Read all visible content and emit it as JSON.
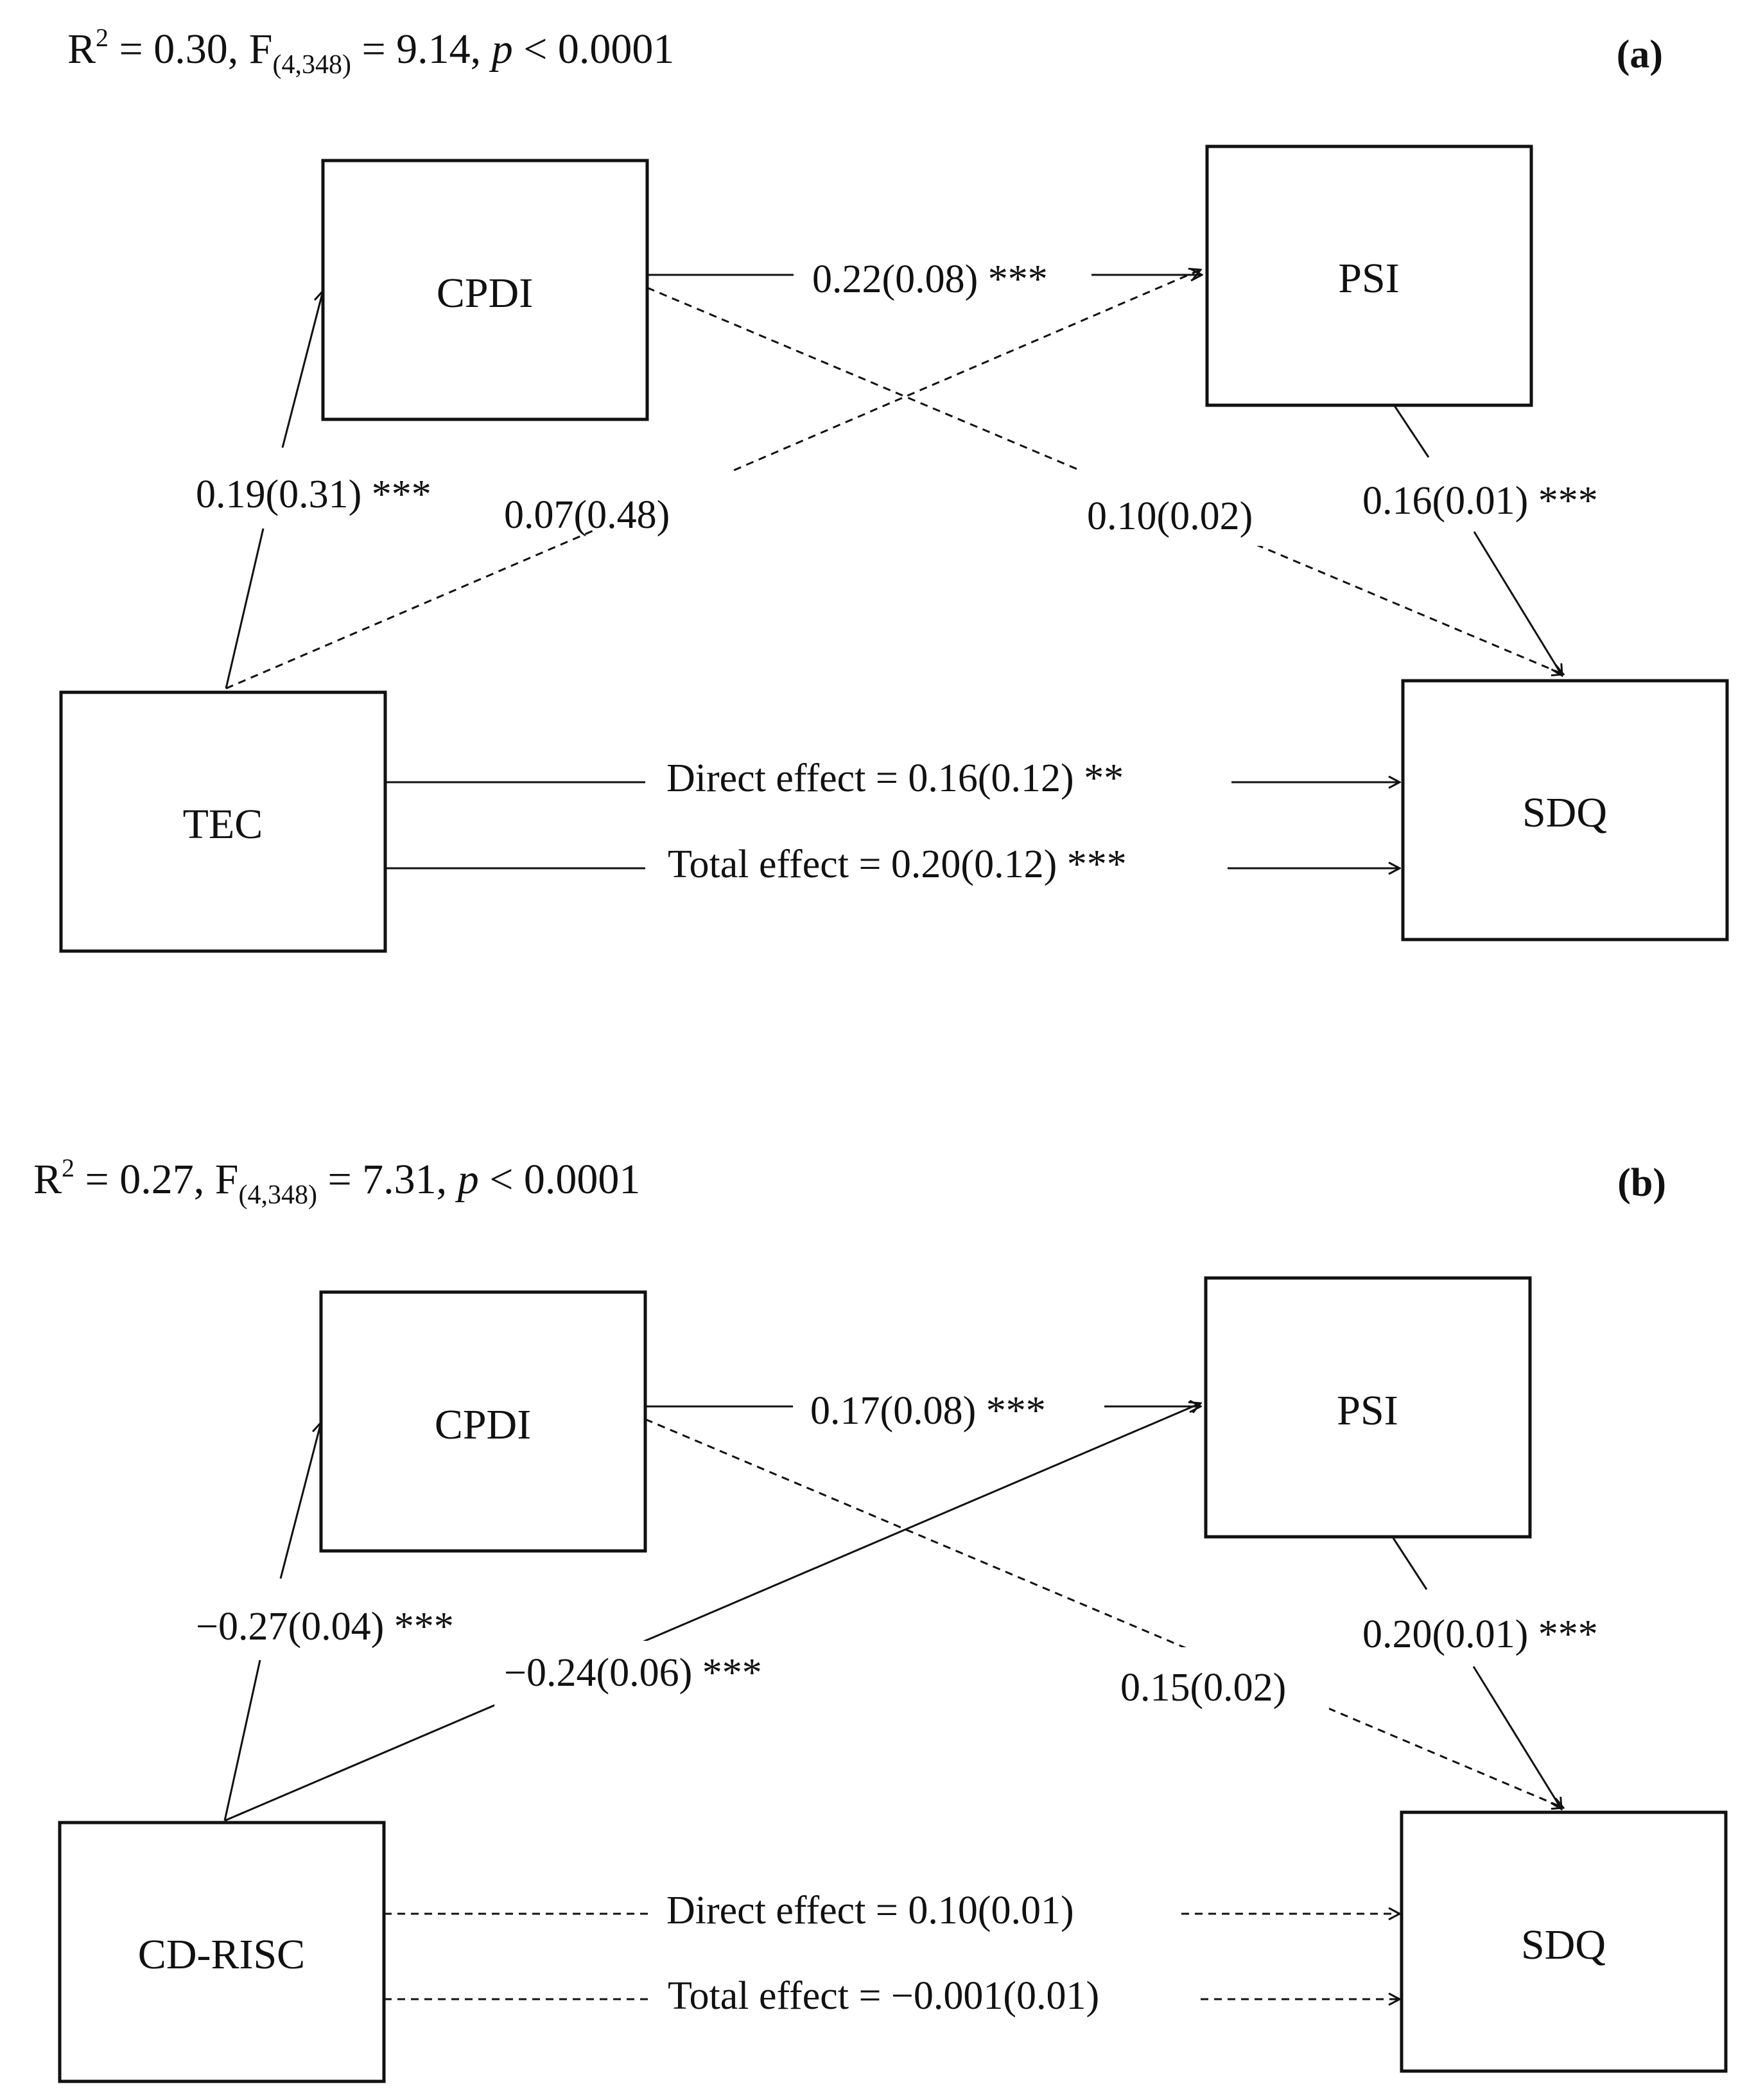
{
  "panels": [
    {
      "id": "a",
      "panel_label": "(a)",
      "header": {
        "r2_text": "R",
        "r2_sup": "2",
        "r2_rest": " = 0.30, F",
        "f_sub": "(4,348)",
        "f_rest": " = 9.14, ",
        "p_italic": "p",
        "p_rest": " < 0.0001"
      },
      "nodes": {
        "predictor": "TEC",
        "mediator1": "CPDI",
        "mediator2": "PSI",
        "outcome": "SDQ"
      },
      "paths": {
        "pred_to_m1": "0.19(0.31) ***",
        "pred_to_m2": "0.07(0.48)",
        "m1_to_m2": "0.22(0.08) ***",
        "m1_to_out": "0.10(0.02)",
        "m2_to_out": "0.16(0.01) ***",
        "direct": "Direct effect = 0.16(0.12) **",
        "total": "Total effect = 0.20(0.12) ***"
      }
    },
    {
      "id": "b",
      "panel_label": "(b)",
      "header": {
        "r2_text": "R",
        "r2_sup": "2",
        "r2_rest": " = 0.27, F",
        "f_sub": "(4,348)",
        "f_rest": " = 7.31, ",
        "p_italic": "p",
        "p_rest": " < 0.0001"
      },
      "nodes": {
        "predictor": "CD-RISC",
        "mediator1": "CPDI",
        "mediator2": "PSI",
        "outcome": "SDQ"
      },
      "paths": {
        "pred_to_m1": "−0.27(0.04) ***",
        "pred_to_m2": "−0.24(0.06) ***",
        "m1_to_m2": "0.17(0.08) ***",
        "m1_to_out": "0.15(0.02)",
        "m2_to_out": "0.20(0.01) ***",
        "direct": "Direct effect = 0.10(0.01)",
        "total": "Total effect = −0.001(0.01)"
      }
    }
  ]
}
